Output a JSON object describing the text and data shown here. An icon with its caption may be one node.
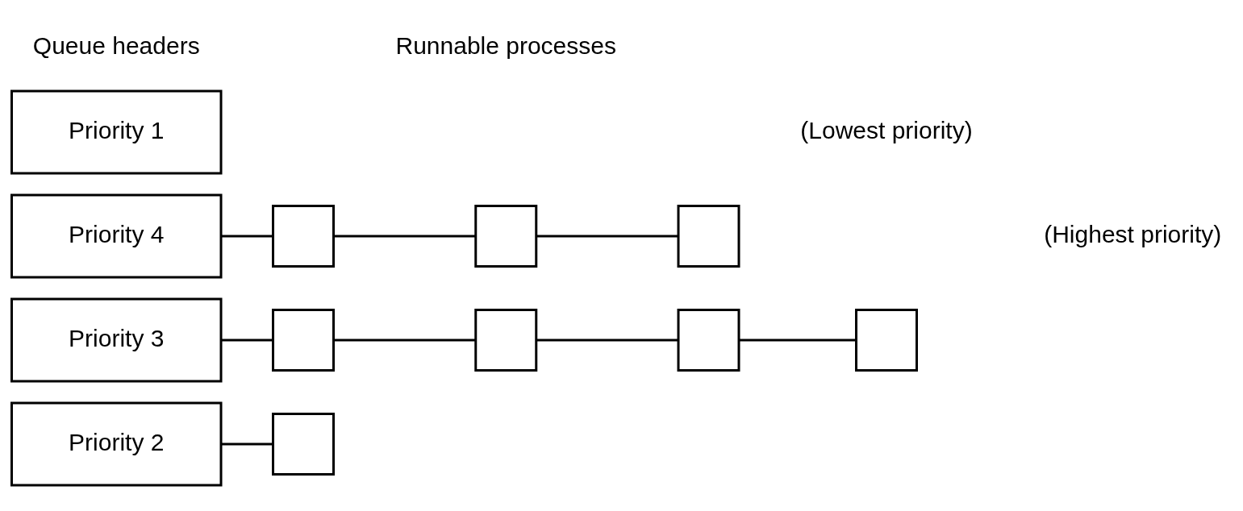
{
  "diagram": {
    "nodes": [
      {
        "text": [
          "Priority 4"
        ]
      },
      {
        "text": [
          "Priority 3"
        ]
      },
      {
        "text": [
          "Priority 2"
        ]
      },
      {
        "text": [
          "Priority 1"
        ]
      },
      {
        "text": [],
        "shape": "box"
      },
      {
        "text": [],
        "shape": "box"
      },
      {
        "text": [],
        "shape": "box"
      },
      {
        "text": [],
        "shape": "box"
      },
      {
        "text": [],
        "shape": "box"
      },
      {
        "text": [],
        "shape": "box"
      },
      {
        "text": [],
        "shape": "box"
      },
      {
        "text": [],
        "shape": "box"
      }
    ],
    "edges": [
      {
        "from": 0,
        "to": 4,
        "arrow": "none"
      },
      {
        "from": 4,
        "to": 5,
        "arrow": "none"
      },
      {
        "from": 5,
        "to": 6,
        "arrow": "none"
      },
      {
        "from": 1,
        "to": 7,
        "arrow": "none"
      },
      {
        "from": 7,
        "to": 8,
        "arrow": "none"
      },
      {
        "from": 8,
        "to": 9,
        "arrow": "none"
      },
      {
        "from": 9,
        "to": 10,
        "arrow": "none"
      },
      {
        "from": 2,
        "to": 11,
        "arrow": "none"
      }
    ],
    "labels": [
      "Queue headers",
      "Runnable processes",
      "(Highest priority)",
      "(Lowest priority)"
    ]
  }
}
